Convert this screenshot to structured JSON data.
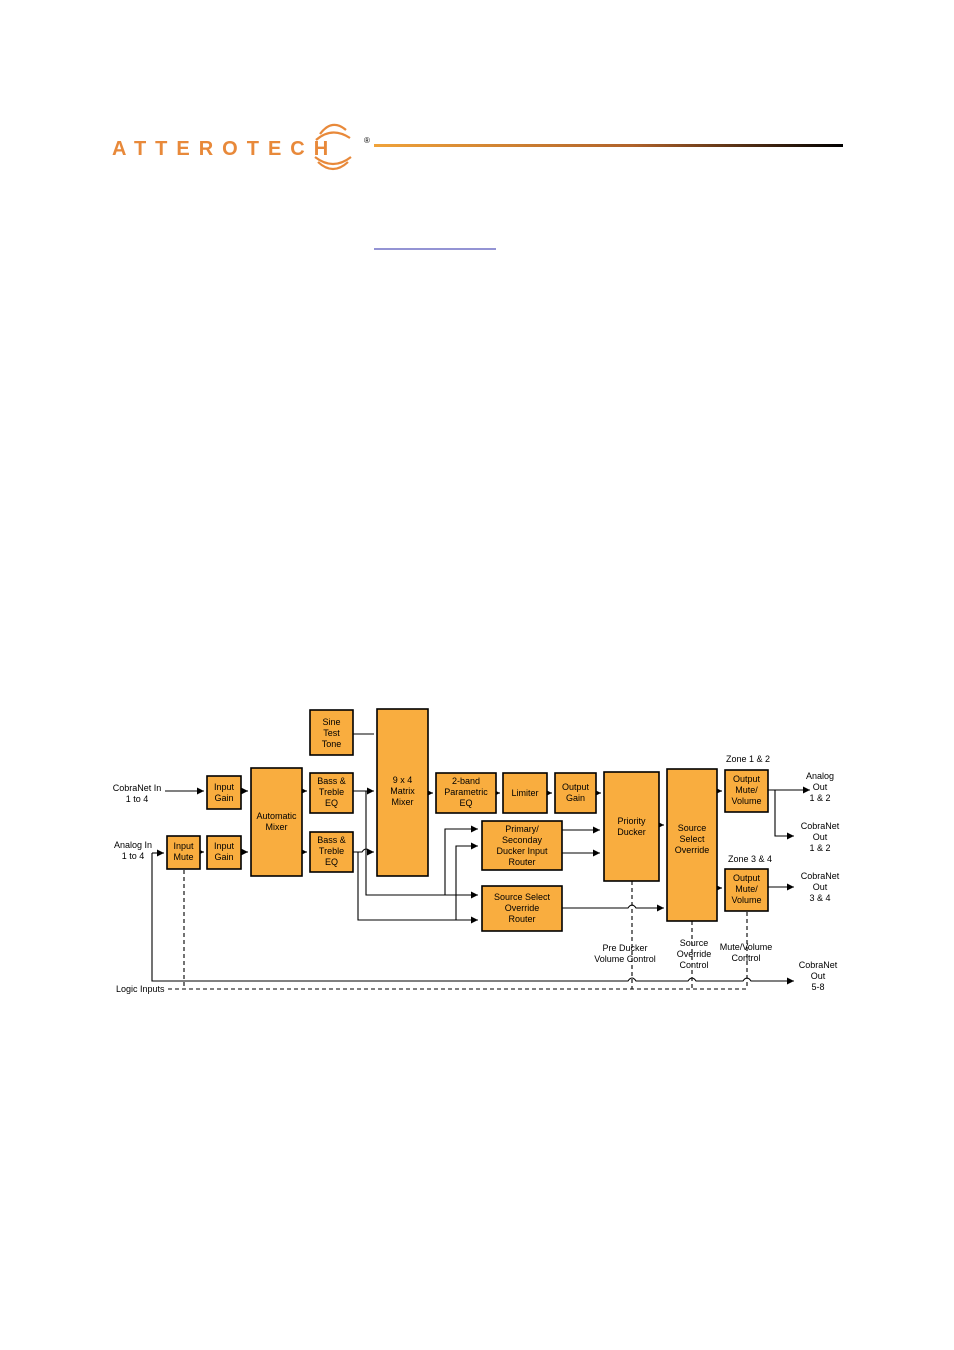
{
  "header": {
    "logo_text": "ATTEROTECH",
    "registered_mark": "®",
    "colors": {
      "logo_orange": "#e8893a",
      "rule_dark": "#000000"
    }
  },
  "diagram": {
    "colors": {
      "block_fill": "#f9ad3f",
      "stroke": "#000000"
    },
    "blocks": {
      "sine_test_tone": [
        "Sine",
        "Test",
        "Tone"
      ],
      "matrix_mixer": [
        "9 x 4",
        "Matrix",
        "Mixer"
      ],
      "input_gain_cobranet": [
        "Input",
        "Gain"
      ],
      "input_mute": [
        "Input",
        "Mute"
      ],
      "input_gain_analog": [
        "Input",
        "Gain"
      ],
      "automatic_mixer": [
        "Automatic",
        "Mixer"
      ],
      "bass_treble_eq_1": [
        "Bass &",
        "Treble",
        "EQ"
      ],
      "bass_treble_eq_2": [
        "Bass &",
        "Treble",
        "EQ"
      ],
      "parametric_eq": [
        "2-band",
        "Parametric",
        "EQ"
      ],
      "limiter": [
        "Limiter"
      ],
      "output_gain": [
        "Output",
        "Gain"
      ],
      "ducker_input_router": [
        "Primary/",
        "Seconday",
        "Ducker Input",
        "Router"
      ],
      "override_router": [
        "Source Select",
        "Override",
        "Router"
      ],
      "priority_ducker": [
        "Priority",
        "Ducker"
      ],
      "source_select_override": [
        "Source",
        "Select",
        "Override"
      ],
      "output_mute_volume_1": [
        "Output",
        "Mute/",
        "Volume"
      ],
      "output_mute_volume_2": [
        "Output",
        "Mute/",
        "Volume"
      ]
    },
    "labels": {
      "cobranet_in": [
        "CobraNet In",
        "1 to 4"
      ],
      "analog_in": [
        "Analog In",
        "1 to 4"
      ],
      "logic_inputs": "Logic Inputs",
      "zone_1_2": "Zone 1 & 2",
      "zone_3_4": "Zone 3 & 4",
      "analog_out": [
        "Analog",
        "Out",
        "1 & 2"
      ],
      "cobranet_out_1_2": [
        "CobraNet",
        "Out",
        "1 & 2"
      ],
      "cobranet_out_3_4": [
        "CobraNet",
        "Out",
        "3 & 4"
      ],
      "cobranet_out_5_8": [
        "CobraNet",
        "Out",
        "5-8"
      ],
      "pre_ducker": [
        "Pre Ducker",
        "Volume Control"
      ],
      "source_override_control": [
        "Source",
        "Override",
        "Control"
      ],
      "mute_volume_control": [
        "Mute/Volume",
        "Control"
      ]
    }
  }
}
